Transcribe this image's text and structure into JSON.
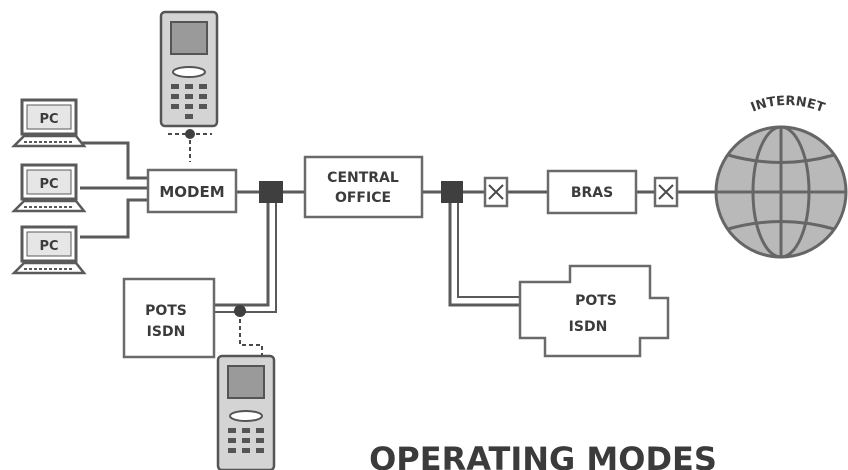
{
  "pcs": [
    "PC",
    "PC",
    "PC"
  ],
  "boxes": {
    "modem": "MODEM",
    "central_office": [
      "CENTRAL",
      "OFFICE"
    ],
    "bras": "BRAS",
    "pots_left": [
      "POTS",
      "ISDN"
    ],
    "pots_right": [
      "POTS",
      "ISDN"
    ]
  },
  "internet": "INTERNET",
  "title": "OPERATING MODES",
  "colors": {
    "line": "#5a5a5a",
    "box_border": "#6a6a6a",
    "text": "#3b3b3b",
    "splitter": "#3f3f3f",
    "globe": "#b9b9b9",
    "globe_lines": "#666666"
  }
}
